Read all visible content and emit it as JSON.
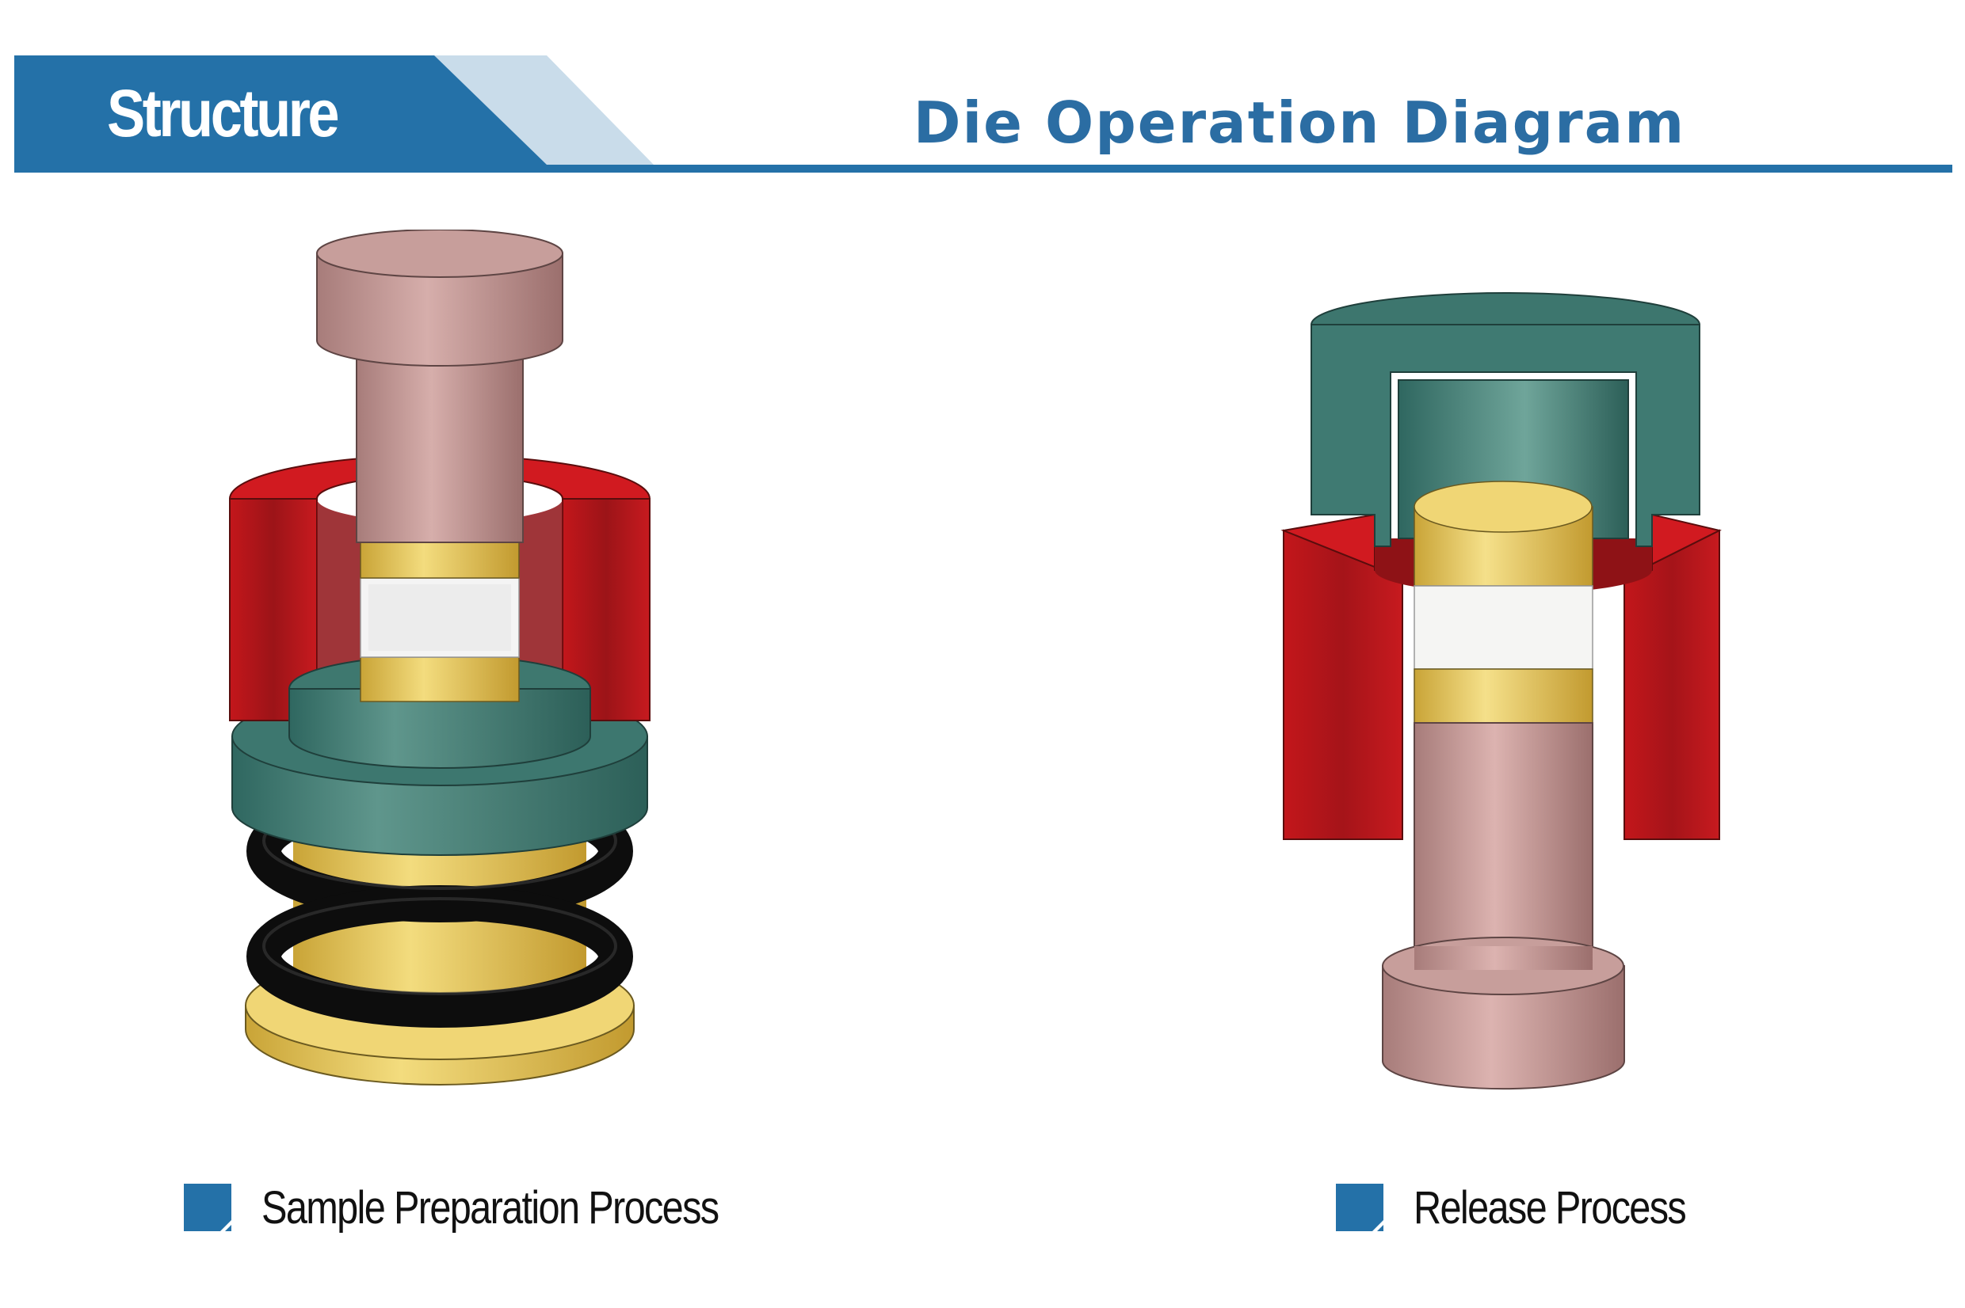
{
  "header": {
    "tab_label": "Structure",
    "title": "Die Operation Diagram"
  },
  "colors": {
    "brand_blue": "#2471a8",
    "light_blue": "#c9dcea",
    "title_blue": "#2b6da3",
    "die_red": "#c8161c",
    "teal": "#3f7a72",
    "copper_pink": "#c89895",
    "gold": "#e5c45a",
    "spring_black": "#111111"
  },
  "figures": [
    {
      "caption": "Sample Preparation Process",
      "bullet_icon": "square-bullet-icon"
    },
    {
      "caption": "Release Process",
      "bullet_icon": "square-bullet-icon"
    }
  ]
}
